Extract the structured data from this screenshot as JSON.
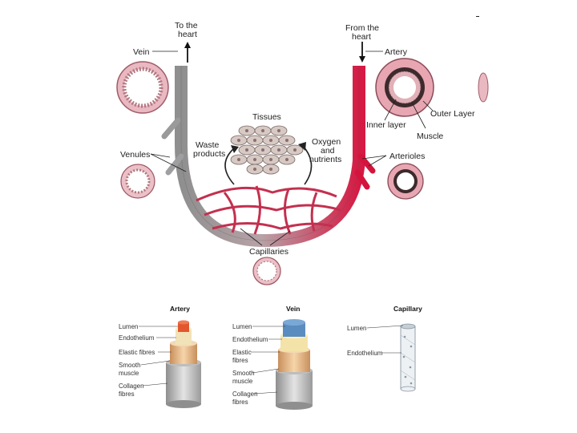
{
  "top": {
    "to_heart": [
      "To the",
      "heart"
    ],
    "from_heart": [
      "From the",
      "heart"
    ],
    "vein": "Vein",
    "artery": "Artery",
    "tissues": "Tissues",
    "waste": [
      "Waste",
      "products"
    ],
    "oxygen": [
      "Oxygen",
      "and",
      "nutrients"
    ],
    "venules": "Venules",
    "arterioles": "Arterioles",
    "inner_layer": "Inner layer",
    "muscle": "Muscle",
    "outer_layer": "Outer Layer",
    "capillaries": "Capillaries"
  },
  "bottom": {
    "artery": {
      "title": "Artery",
      "labels": [
        "Lumen",
        "Endothelium",
        "Elastic fibres",
        "Smooth",
        "muscle",
        "Collagen",
        "fibres"
      ]
    },
    "vein": {
      "title": "Vein",
      "labels": [
        "Lumen",
        "Endothelium",
        "Elastic",
        "fibres",
        "Smooth",
        "muscle",
        "Collagen",
        "fibres"
      ]
    },
    "capillary": {
      "title": "Capillary",
      "labels": [
        "Lumen",
        "Endothelium"
      ]
    }
  },
  "colors": {
    "vein": "#8a8a8a",
    "artery": "#d3143c",
    "vessel_wall": "#e7a6b1"
  }
}
